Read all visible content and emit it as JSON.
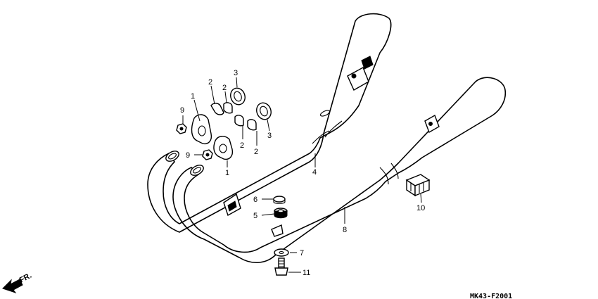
{
  "diagram": {
    "code": "MK43-F2001",
    "direction_label": "FR.",
    "callouts": {
      "c1a": "1",
      "c1b": "1",
      "c2a": "2",
      "c2b": "2",
      "c2c": "2",
      "c2d": "2",
      "c3a": "3",
      "c3b": "3",
      "c4": "4",
      "c5": "5",
      "c6": "6",
      "c7": "7",
      "c8": "8",
      "c9a": "9",
      "c9b": "9",
      "c10": "10",
      "c11": "11"
    }
  }
}
